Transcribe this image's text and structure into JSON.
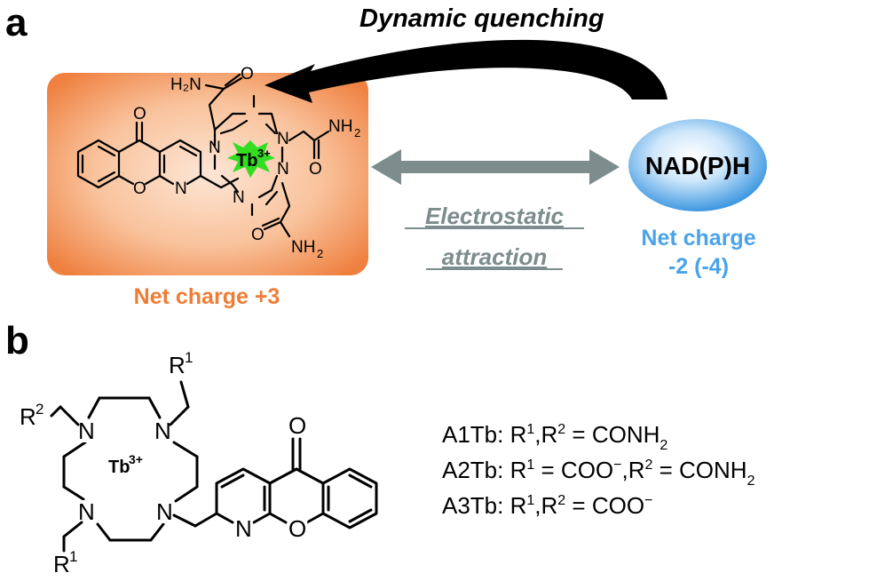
{
  "panel_a": {
    "label": "a",
    "quench_label": "Dynamic quenching",
    "electrostatic_label_1": "Electrostatic",
    "electrostatic_label_2": "attraction",
    "probe_charge": "Net charge +3",
    "nadph_label": "NAD(P)H",
    "nadph_charge_1": "Net charge",
    "nadph_charge_2": "-2 (-4)",
    "tb_ion": "Tb",
    "tb_charge": "3+",
    "atoms": {
      "h2n": "H₂N",
      "nh2": "NH",
      "two": "2",
      "n": "N",
      "o": "O"
    }
  },
  "panel_b": {
    "label": "b",
    "tb_ion": "Tb",
    "tb_charge": "3+",
    "atoms": {
      "r": "R",
      "sup1": "1",
      "sup2": "2",
      "n": "N",
      "o": "O"
    },
    "legend": {
      "a1_name": "A1Tb: R",
      "a1_rest": ",R",
      "a1_eq": " = CONH",
      "a2_name": "A2Tb: R",
      "a2_eq1": " = COO",
      "a2_mid": ",R",
      "a2_eq2": " = CONH",
      "a3_name": "A3Tb: R",
      "a3_rest": ",R",
      "a3_eq": " = COO",
      "minus": "−",
      "sub2": "2"
    }
  },
  "colors": {
    "probe_box_center": "#fbd2b3",
    "probe_box_edge": "#f08a4b",
    "probe_charge": "#f07c35",
    "nadph_fill_center": "#e8f4fd",
    "nadph_fill_edge": "#4fa6e6",
    "nadph_charge": "#4aa3e8",
    "double_arrow": "#7d8c8c",
    "electrostatic_text": "#7d8c8c",
    "tb_star": "#33dd22",
    "quench_arrow": "#000000"
  }
}
